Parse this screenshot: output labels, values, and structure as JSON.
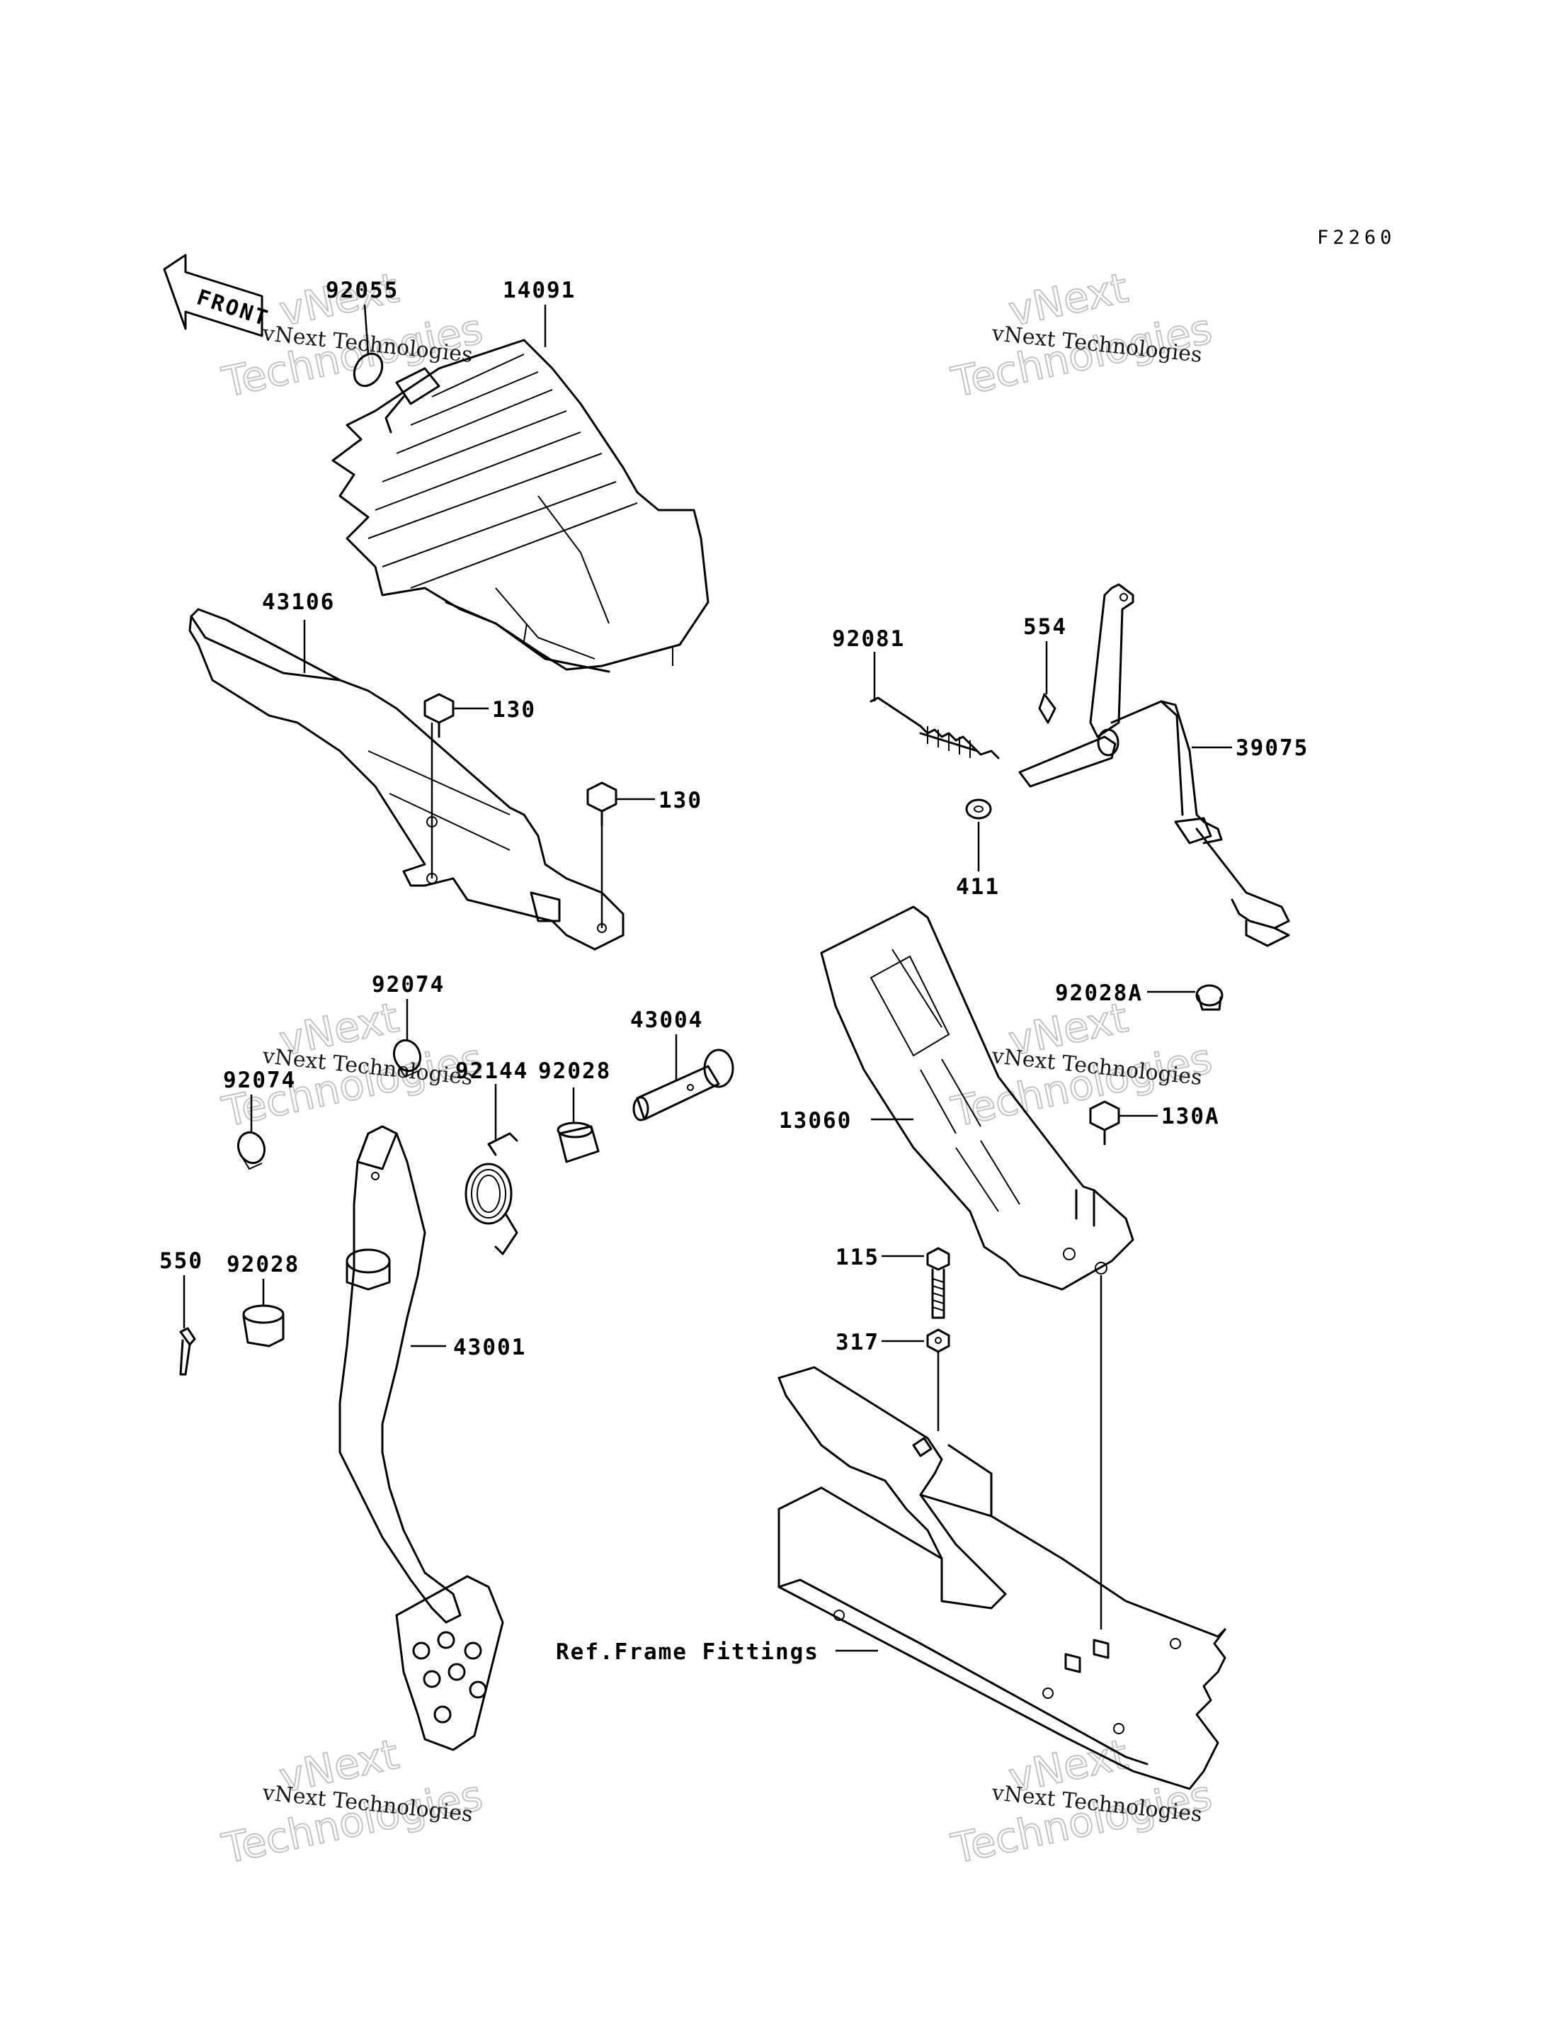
{
  "diagram_code": "F2260",
  "front_arrow": {
    "text": "FRONT",
    "icon": "front-arrow-icon"
  },
  "watermark": {
    "line1": "vNext Technologies",
    "line2": "vNext",
    "line3": "Technologies"
  },
  "callouts": {
    "p92055": "92055",
    "p14091": "14091",
    "p43106": "43106",
    "p130a": "130",
    "p130b": "130",
    "p92081": "92081",
    "p554": "554",
    "p39075": "39075",
    "p411": "411",
    "p92074a": "92074",
    "p92074b": "92074",
    "p92144": "92144",
    "p92028a": "92028",
    "p43004": "43004",
    "p92028A": "92028A",
    "p13060": "13060",
    "p130A": "130A",
    "p550": "550",
    "p92028b": "92028",
    "p115": "115",
    "p317": "317",
    "p43001": "43001",
    "ref_frame": "Ref.Frame Fittings"
  }
}
